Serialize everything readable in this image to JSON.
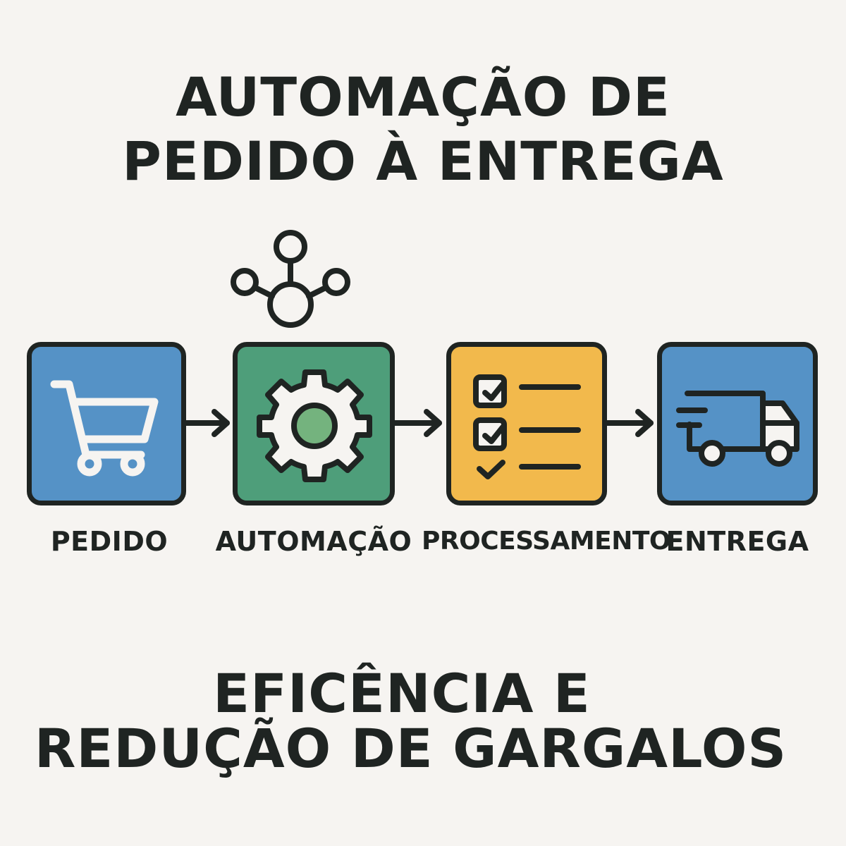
{
  "header": {
    "title_line_1": "AUTOMAÇÃO DE",
    "title_line_2": "PEDIDO À ENTREGA"
  },
  "flow": {
    "stages": [
      {
        "label": "PEDIDO",
        "icon": "shopping-cart-icon",
        "color": "#5592c6"
      },
      {
        "label": "AUTOMAÇÃO",
        "icon": "gear-icon",
        "color": "#4e9e7a",
        "accent": "#74b37e"
      },
      {
        "label": "PROCESSAMENTO",
        "icon": "checklist-icon",
        "color": "#f2b94c"
      },
      {
        "label": "ENTREGA",
        "icon": "delivery-truck-icon",
        "color": "#5592c6"
      }
    ],
    "connector_icon": "arrow-right-icon",
    "automation_badge_icon": "network-hub-icon"
  },
  "footer": {
    "line_1": "EFICÊNCIA E",
    "line_2": "REDUÇÃO DE GARGALOS"
  },
  "colors": {
    "background": "#f6f4f1",
    "ink": "#1f2422",
    "blue": "#5592c6",
    "green": "#4e9e7a",
    "yellow": "#f2b94c",
    "icon_light": "#f6f4f1"
  }
}
